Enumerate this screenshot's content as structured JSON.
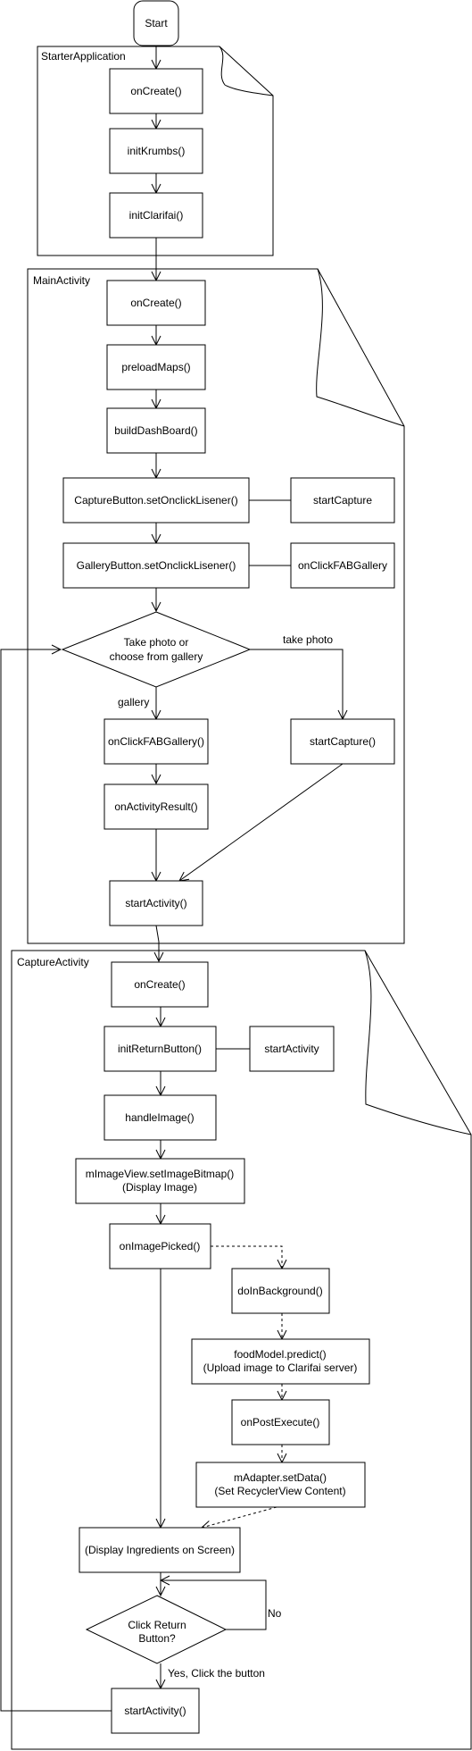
{
  "diagram": {
    "start": "Start",
    "frames": {
      "starter_application": "StarterApplication",
      "main_activity": "MainActivity",
      "capture_activity": "CaptureActivity"
    },
    "starter": {
      "on_create": "onCreate()",
      "init_krumbs": "initKrumbs()",
      "init_clarifai": "initClarifai()"
    },
    "main": {
      "on_create": "onCreate()",
      "preload_maps": "preloadMaps()",
      "build_dashboard": "buildDashBoard()",
      "capture_listener": "CaptureButton.setOnclickLisener()",
      "start_capture_side": "startCapture",
      "gallery_listener": "GalleryButton.setOnclickLisener()",
      "gallery_side": "onClickFABGallery",
      "decision_line1": "Take photo or",
      "decision_line2": "choose from gallery",
      "take_photo_label": "take photo",
      "gallery_label": "gallery",
      "on_click_fab_gallery": "onClickFABGallery()",
      "start_capture": "startCapture()",
      "on_activity_result": "onActivityResult()",
      "start_activity": "startActivity()"
    },
    "capture": {
      "on_create": "onCreate()",
      "init_return_button": "initReturnButton()",
      "start_activity_side": "startActivity",
      "handle_image": "handleImage()",
      "set_image_line1": "mImageView.setImageBitmap()",
      "set_image_line2": "(Display Image)",
      "on_image_picked": "onImagePicked()",
      "do_in_background": "doInBackground()",
      "predict_line1": "foodModel.predict()",
      "predict_line2": "(Upload image to Clarifai server)",
      "on_post_execute": "onPostExecute()",
      "set_data_line1": "mAdapter.setData()",
      "set_data_line2": "(Set RecyclerView Content)",
      "display_ingredients": "(Display Ingredients on Screen)",
      "decision_line1": "Click Return",
      "decision_line2": "Button?",
      "no_label": "No",
      "yes_label": "Yes, Click the button",
      "start_activity": "startActivity()"
    }
  }
}
